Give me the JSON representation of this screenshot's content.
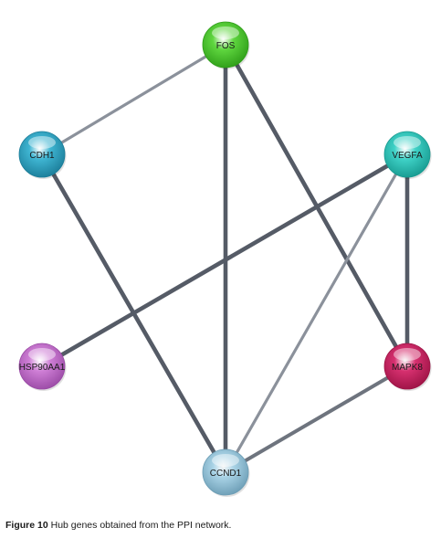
{
  "nodes": [
    {
      "id": "FOS",
      "label": "FOS",
      "color": "#5fd63f",
      "dark": "#2e9d18"
    },
    {
      "id": "CDH1",
      "label": "CDH1",
      "color": "#3fb5d2",
      "dark": "#1b7d99"
    },
    {
      "id": "VEGFA",
      "label": "VEGFA",
      "color": "#3fd2c7",
      "dark": "#179a90"
    },
    {
      "id": "HSP90AA1",
      "label": "HSP90AA1",
      "color": "#cf7fd6",
      "dark": "#9a4aa5"
    },
    {
      "id": "MAPK8",
      "label": "MAPK8",
      "color": "#d6306f",
      "dark": "#9d1345"
    },
    {
      "id": "CCND1",
      "label": "CCND1",
      "color": "#a9d3e6",
      "dark": "#6c9db5"
    }
  ],
  "edges": [
    {
      "source": "FOS",
      "target": "CDH1",
      "confidence": "low"
    },
    {
      "source": "FOS",
      "target": "CCND1",
      "confidence": "high"
    },
    {
      "source": "FOS",
      "target": "MAPK8",
      "confidence": "high"
    },
    {
      "source": "CDH1",
      "target": "CCND1",
      "confidence": "high"
    },
    {
      "source": "VEGFA",
      "target": "HSP90AA1",
      "confidence": "high"
    },
    {
      "source": "VEGFA",
      "target": "MAPK8",
      "confidence": "high"
    },
    {
      "source": "VEGFA",
      "target": "CCND1",
      "confidence": "low"
    },
    {
      "source": "MAPK8",
      "target": "CCND1",
      "confidence": "medium"
    }
  ],
  "edge_colors": {
    "low": "#8b919b",
    "medium": "#6e747e",
    "high": "#555b66"
  },
  "caption": {
    "figure_label": "Figure 10",
    "text": "Hub genes obtained from the PPI network."
  }
}
